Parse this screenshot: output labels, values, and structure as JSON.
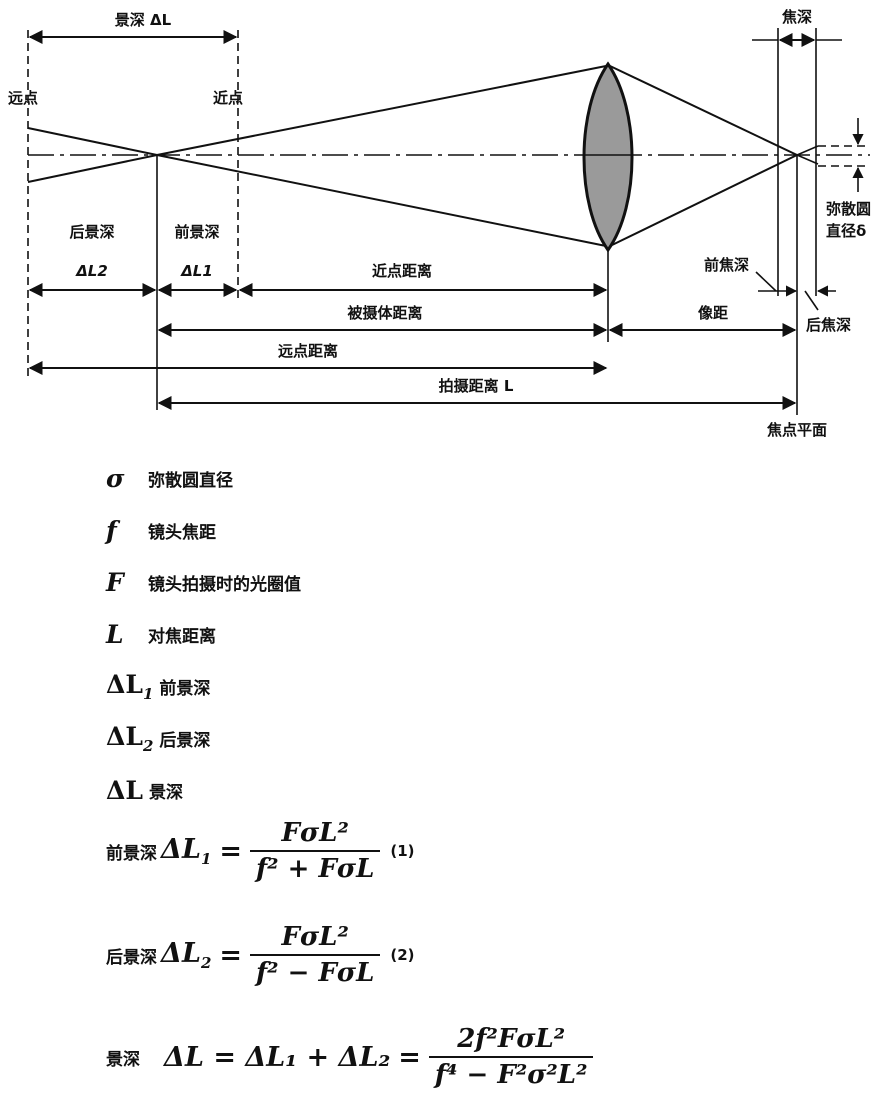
{
  "diagram": {
    "depth_of_field": "景深 ΔL",
    "far_point": "远点",
    "near_point": "近点",
    "focal_depth": "焦深",
    "back_dof": "后景深",
    "front_dof": "前景深",
    "dl2": "ΔL2",
    "dl1": "ΔL1",
    "near_point_distance": "近点距离",
    "subject_distance": "被摄体距离",
    "image_distance": "像距",
    "far_point_distance": "远点距离",
    "shooting_distance": "拍摄距离 L",
    "focal_plane": "焦点平面",
    "front_focal_depth": "前焦深",
    "back_focal_depth": "后焦深",
    "coc_diameter_line1": "弥散圆",
    "coc_diameter_line2": "直径δ"
  },
  "legend": [
    {
      "symbol": "σ",
      "subscript": "",
      "desc": "弥散圆直径"
    },
    {
      "symbol": "f",
      "subscript": "",
      "desc": "镜头焦距"
    },
    {
      "symbol": "F",
      "subscript": "",
      "desc": "镜头拍摄时的光圈值"
    },
    {
      "symbol": "L",
      "subscript": "",
      "desc": "对焦距离"
    },
    {
      "symbol": "ΔL",
      "subscript": "1",
      "desc": "前景深"
    },
    {
      "symbol": "ΔL",
      "subscript": "2",
      "desc": "后景深"
    },
    {
      "symbol": "ΔL",
      "subscript": "",
      "desc": "景深"
    }
  ],
  "formulas": [
    {
      "prefix": "前景深",
      "lhs": "ΔL",
      "lhs_sub": "1",
      "numerator": "FσL²",
      "denominator": "f² + FσL",
      "tag": "(1)"
    },
    {
      "prefix": "后景深",
      "lhs": "ΔL",
      "lhs_sub": "2",
      "numerator": "FσL²",
      "denominator": "f² − FσL",
      "tag": "(2)"
    },
    {
      "prefix": "景深",
      "lhs": "ΔL = ΔL₁ + ΔL₂",
      "lhs_sub": "",
      "numerator": "2f²FσL²",
      "denominator": "f⁴ − F²σ²L²",
      "tag": ""
    }
  ]
}
